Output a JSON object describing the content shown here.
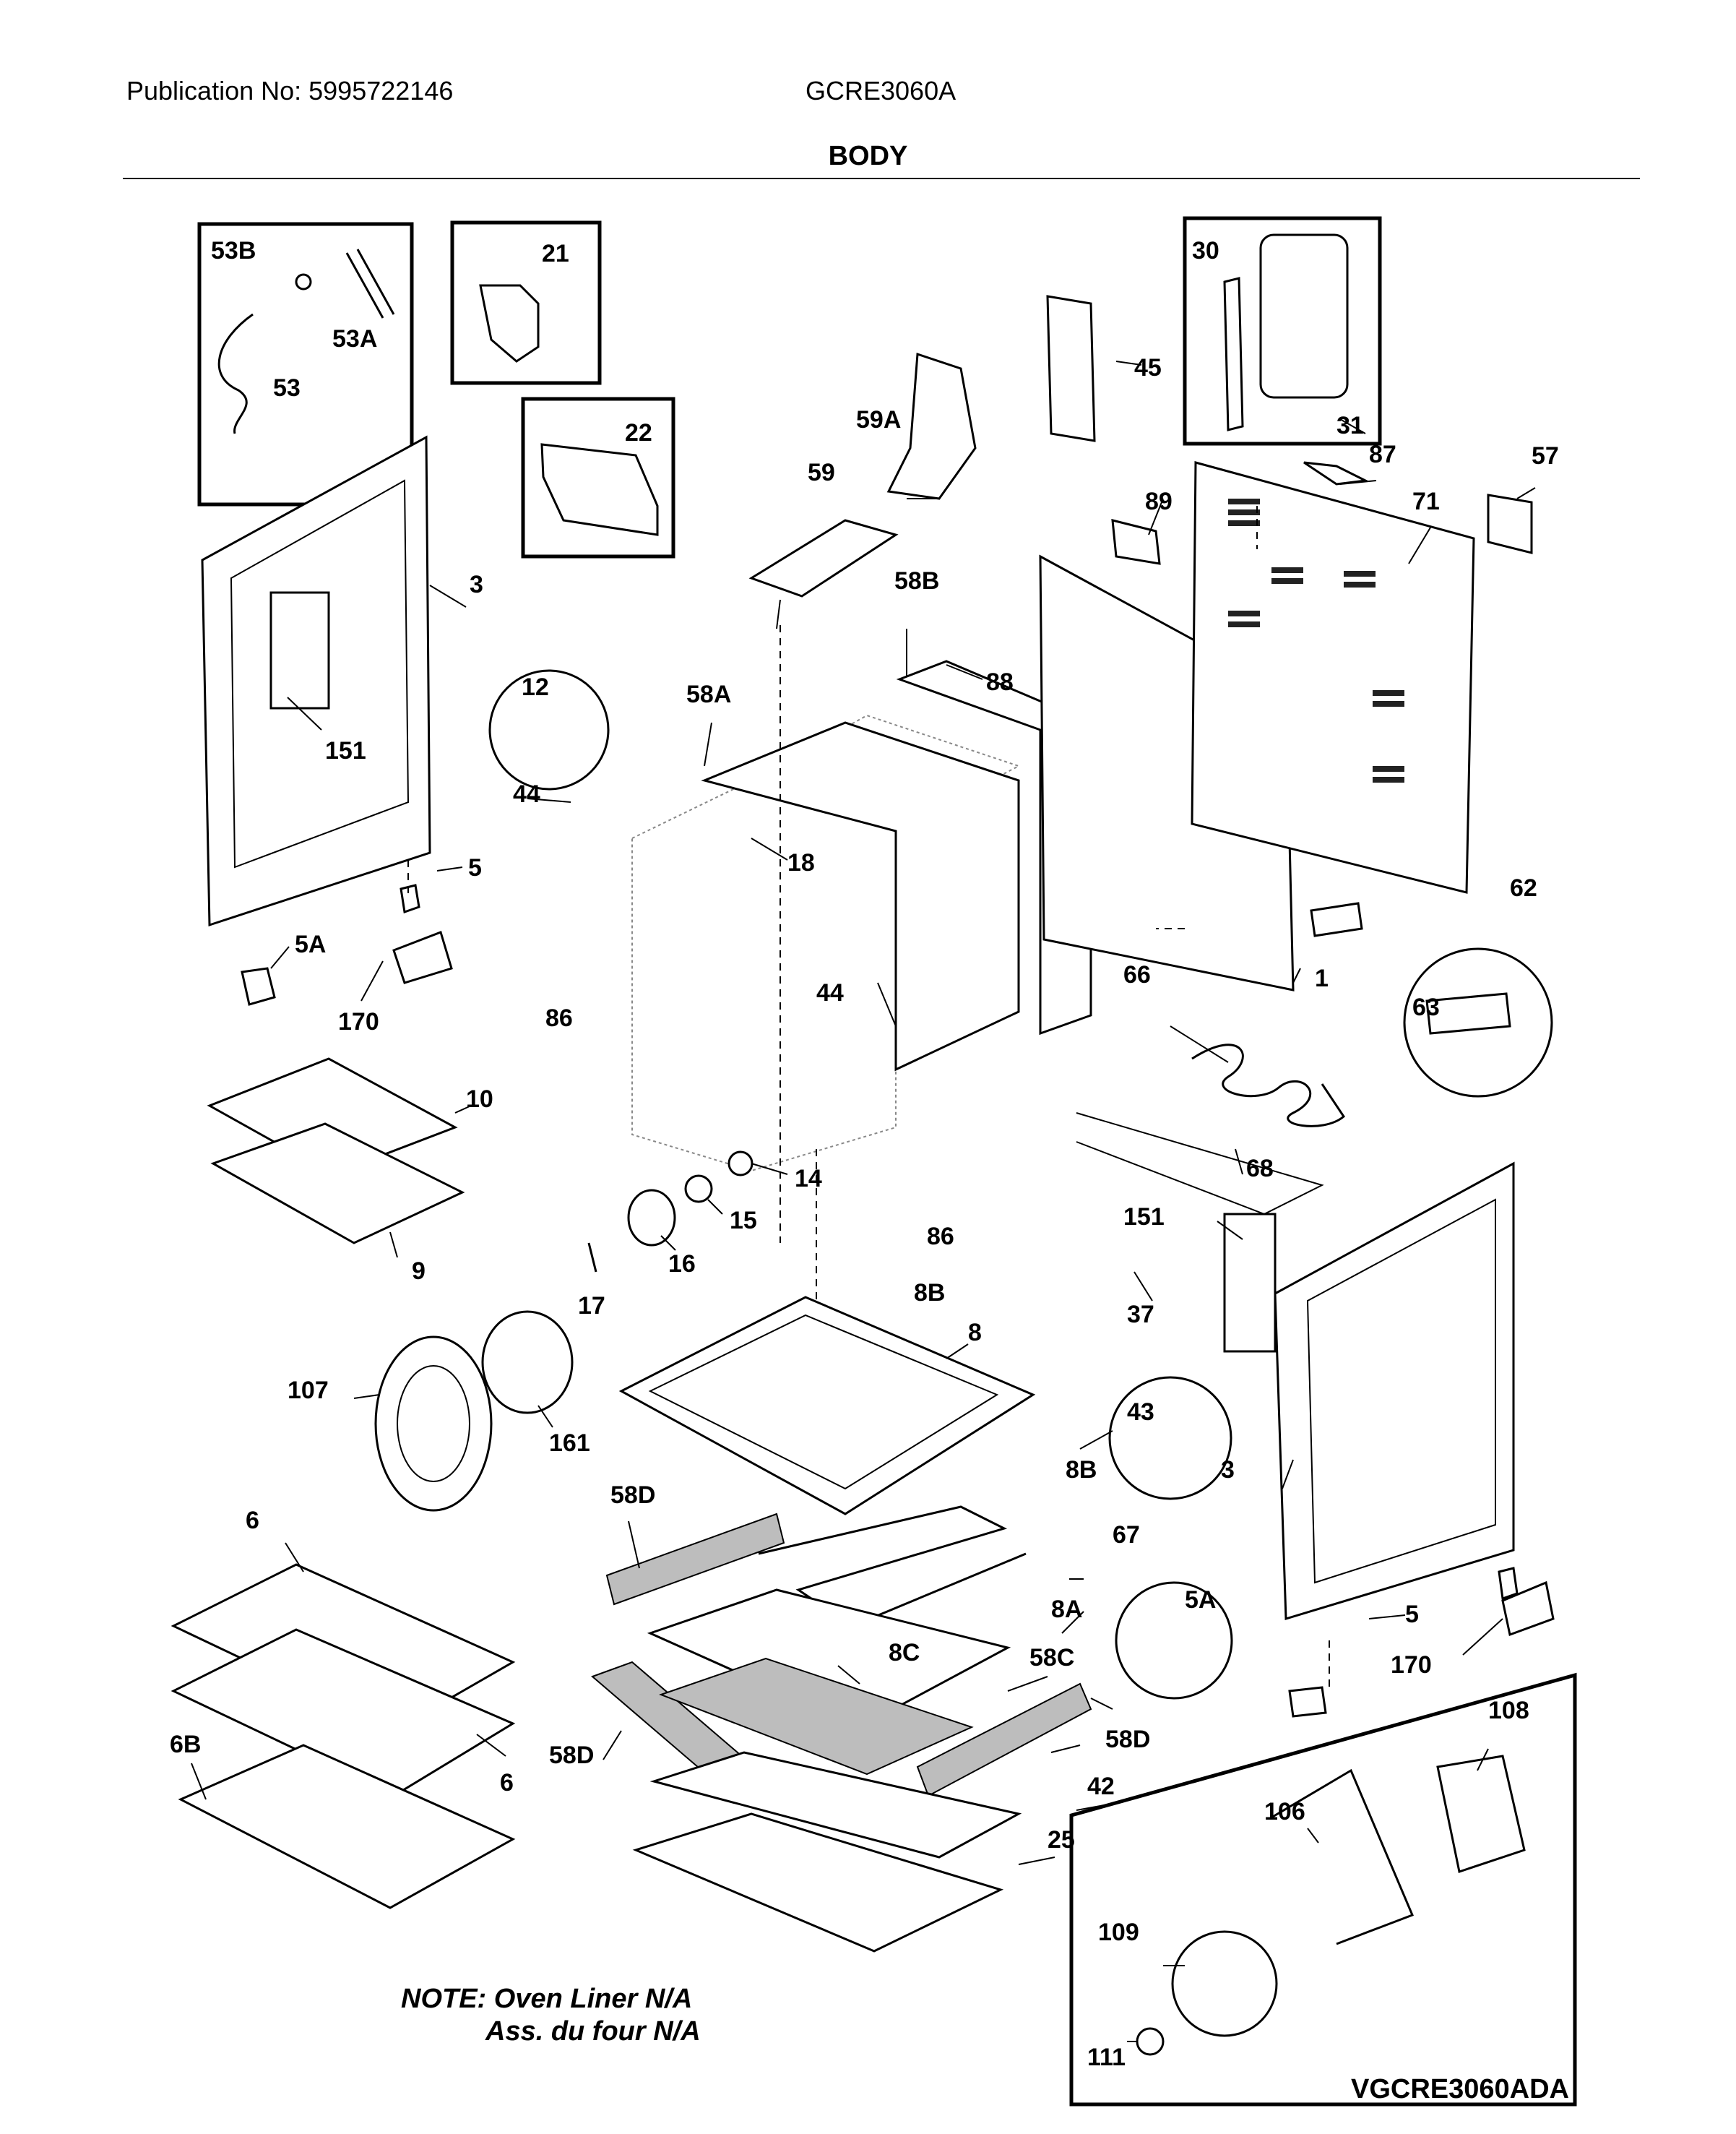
{
  "header": {
    "publication": "Publication No: 5995722146",
    "model": "GCRE3060A",
    "section": "BODY"
  },
  "note": {
    "line1": "NOTE: Oven Liner N/A",
    "line2": "Ass. du four N/A"
  },
  "diagram_code": "VGCRE3060ADA",
  "callouts": {
    "c53B": "53B",
    "c53A": "53A",
    "c53": "53",
    "c21": "21",
    "c22": "22",
    "c3a": "3",
    "c151a": "151",
    "c5a": "5",
    "c5Aa": "5A",
    "c170a": "170",
    "c12": "12",
    "c44a": "44",
    "c58A": "58A",
    "c58B": "58B",
    "c88": "88",
    "c18": "18",
    "c44b": "44",
    "c86a": "86",
    "c59": "59",
    "c59A": "59A",
    "c45": "45",
    "c30": "30",
    "c31": "31",
    "c89": "89",
    "c87": "87",
    "c71": "71",
    "c57": "57",
    "c62": "62",
    "c63": "63",
    "c1": "1",
    "c66": "66",
    "c68": "68",
    "c10": "10",
    "c9": "9",
    "c14": "14",
    "c15": "15",
    "c16": "16",
    "c17": "17",
    "c86b": "86",
    "c8Ba": "8B",
    "c151b": "151",
    "c37": "37",
    "c107": "107",
    "c161": "161",
    "c8": "8",
    "c43": "43",
    "c8Bb": "8B",
    "c3b": "3",
    "c58Da": "58D",
    "c67": "67",
    "c6a": "6",
    "c5Ab": "5A",
    "c5b": "5",
    "c170b": "170",
    "c8A": "8A",
    "c8C": "8C",
    "c58C": "58C",
    "c58Db": "58D",
    "c58Dc": "58D",
    "c6B": "6B",
    "c6b": "6",
    "c42": "42",
    "c25": "25",
    "c108": "108",
    "c106": "106",
    "c109": "109",
    "c111": "111"
  }
}
